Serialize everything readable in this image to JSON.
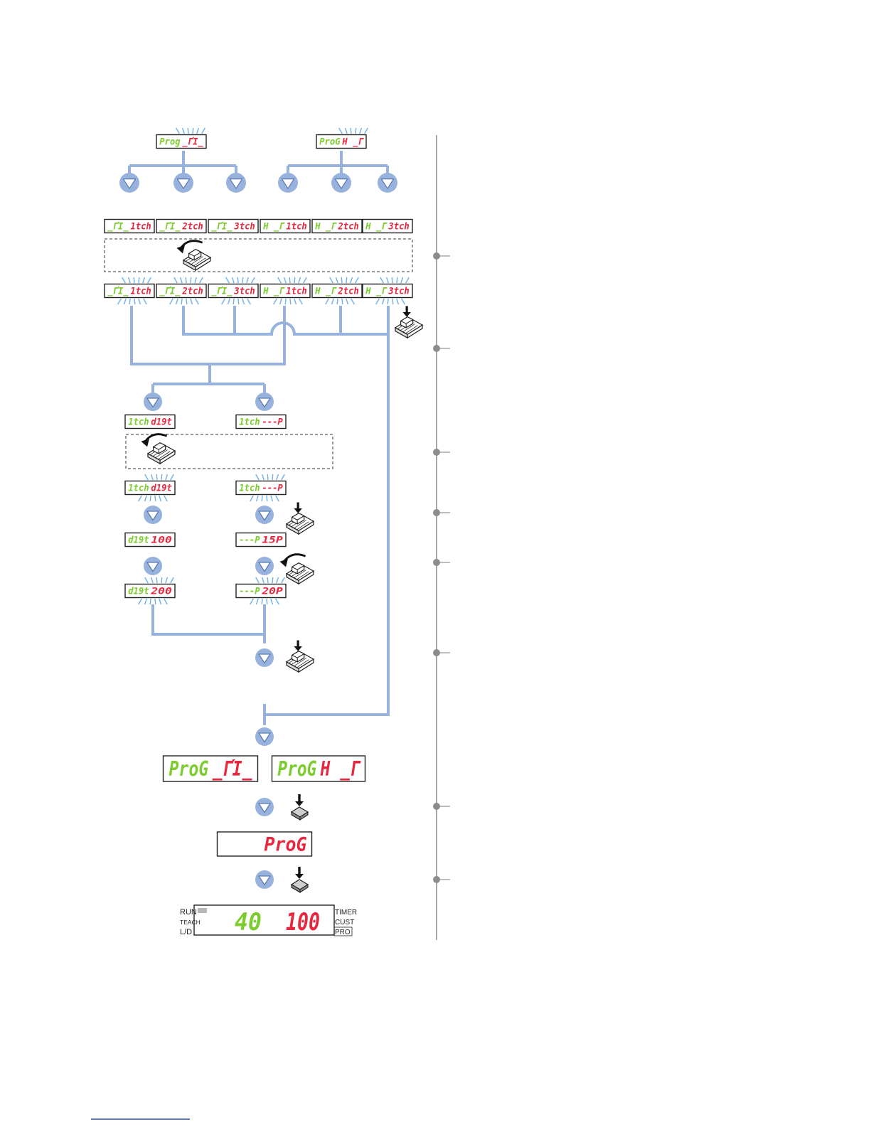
{
  "colors": {
    "flow_line": "#97b2dd",
    "arrow_fill": "#97b2dd",
    "arrow_border": "#5c79ad",
    "display_green": "#7ccc2e",
    "display_red": "#e8273f",
    "blink": "#6fb0e6",
    "timeline": "#a6a6a6",
    "timeline_dot": "#8c8c8c",
    "dashed": "#333333",
    "footer_line": "#2a4da8"
  },
  "icons": {
    "switch_up": "lever-switch-up-icon",
    "switch_down": "lever-switch-down-icon",
    "button_press": "push-button-icon",
    "flow_arrow": "triangle-down-icon",
    "blink": "blinking-rays-icon"
  },
  "program_selection": [
    {
      "green": "Prog",
      "red": "_ΓΊ_",
      "blink": true
    },
    {
      "green": "ProG",
      "red": "H _Γ",
      "blink": true
    }
  ],
  "teach_methods_row1": [
    {
      "green": "_ΓΊ_",
      "red": "1tch"
    },
    {
      "green": "_ΓΊ_",
      "red": "2tch"
    },
    {
      "green": "_ΓΊ_",
      "red": "3tch"
    },
    {
      "green": "H _Γ",
      "red": "1tch"
    },
    {
      "green": "H _Γ",
      "red": "2tch"
    },
    {
      "green": "H _Γ",
      "red": "3tch"
    }
  ],
  "teach_methods_row2": [
    {
      "green": "_ΓΊ_",
      "red": "1tch"
    },
    {
      "green": "_ΓΊ_",
      "red": "2tch"
    },
    {
      "green": "_ΓΊ_",
      "red": "3tch"
    },
    {
      "green": "H _Γ",
      "red": "1tch"
    },
    {
      "green": "H _Γ",
      "red": "2tch"
    },
    {
      "green": "H _Γ",
      "red": "3tch"
    }
  ],
  "one_touch_options": [
    {
      "green": "1tch",
      "red": "d19t"
    },
    {
      "green": "1tch",
      "red": "---P"
    }
  ],
  "one_touch_options_selected": [
    {
      "green": "1tch",
      "red": "d19t"
    },
    {
      "green": "1tch",
      "red": "---P"
    }
  ],
  "value_default": [
    {
      "green": "d19t",
      "red": "100"
    },
    {
      "green": "---P",
      "red": "15P"
    }
  ],
  "value_changed": [
    {
      "green": "d19t",
      "red": "200"
    },
    {
      "green": "---P",
      "red": "20P"
    }
  ],
  "program_result": [
    {
      "green": "ProG",
      "red": "_ΓΊ_"
    },
    {
      "green": "ProG",
      "red": "H _Γ"
    }
  ],
  "prog_screen": {
    "red": "ProG"
  },
  "run_screen": {
    "left_labels": [
      "RUN",
      "TEACH",
      "L/D"
    ],
    "right_labels": [
      "TIMER",
      "CUST",
      "PRO"
    ],
    "green": "40",
    "red": "100"
  }
}
